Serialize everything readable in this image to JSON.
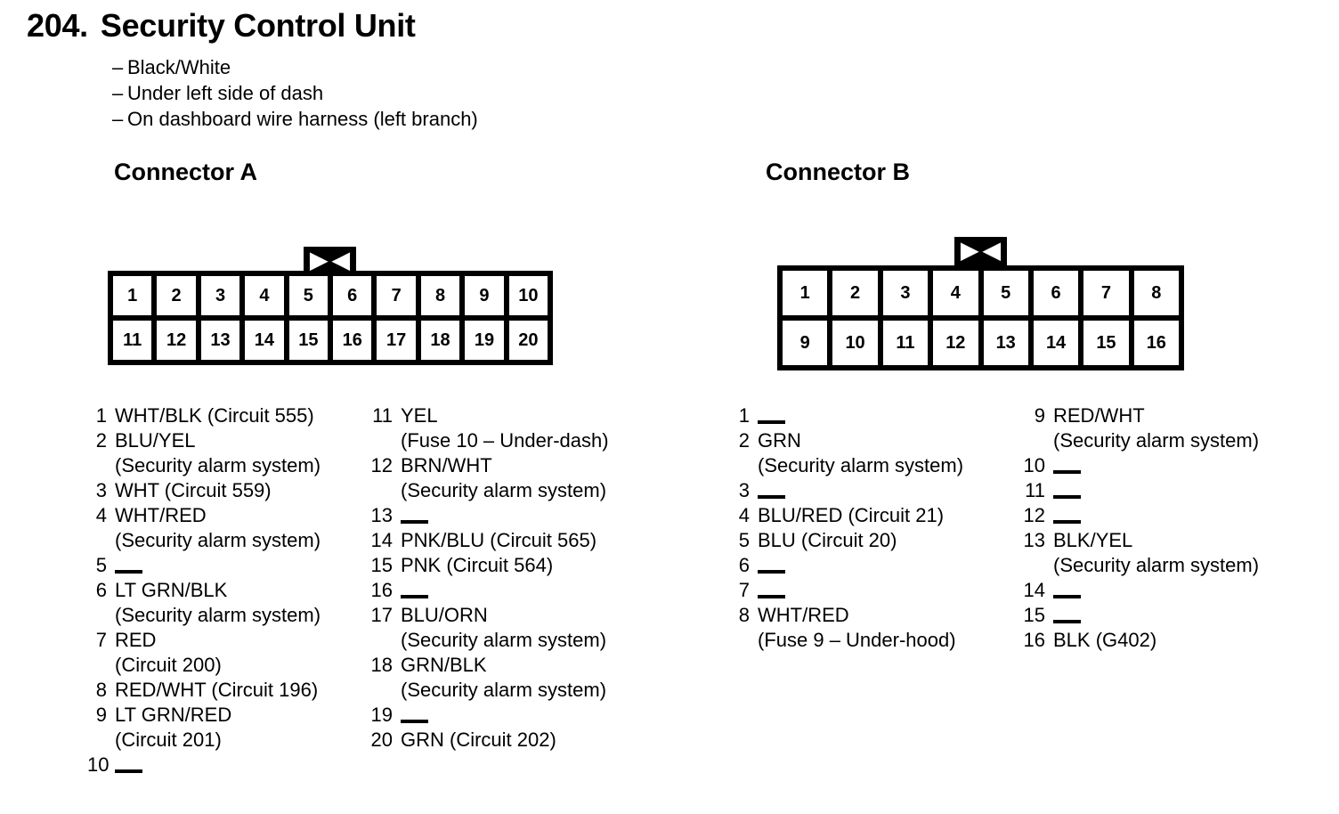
{
  "header": {
    "number": "204.",
    "title": "Security Control Unit",
    "notes": [
      "Black/White",
      "Under left side of dash",
      "On dashboard wire harness (left branch)"
    ]
  },
  "connector_a": {
    "heading": "Connector A",
    "latch_icon": "connector-latch-bowtie-icon",
    "grid": {
      "columns": 10,
      "top_row": [
        "1",
        "2",
        "3",
        "4",
        "5",
        "6",
        "7",
        "8",
        "9",
        "10"
      ],
      "bottom_row": [
        "11",
        "12",
        "13",
        "14",
        "15",
        "16",
        "17",
        "18",
        "19",
        "20"
      ]
    },
    "pins_left": [
      {
        "num": "1",
        "main": "WHT/BLK (Circuit 555)",
        "sub": ""
      },
      {
        "num": "2",
        "main": "BLU/YEL",
        "sub": "(Security alarm system)"
      },
      {
        "num": "3",
        "main": "WHT (Circuit 559)",
        "sub": ""
      },
      {
        "num": "4",
        "main": "WHT/RED",
        "sub": "(Security alarm system)"
      },
      {
        "num": "5",
        "main": "",
        "sub": ""
      },
      {
        "num": "6",
        "main": "LT GRN/BLK",
        "sub": "(Security alarm system)"
      },
      {
        "num": "7",
        "main": "RED",
        "sub": "(Circuit 200)"
      },
      {
        "num": "8",
        "main": "RED/WHT (Circuit 196)",
        "sub": ""
      },
      {
        "num": "9",
        "main": "LT GRN/RED",
        "sub": "(Circuit 201)"
      },
      {
        "num": "10",
        "main": "",
        "sub": ""
      }
    ],
    "pins_right": [
      {
        "num": "11",
        "main": "YEL",
        "sub": "(Fuse 10 – Under-dash)"
      },
      {
        "num": "12",
        "main": "BRN/WHT",
        "sub": "(Security alarm system)"
      },
      {
        "num": "13",
        "main": "",
        "sub": ""
      },
      {
        "num": "14",
        "main": "PNK/BLU (Circuit 565)",
        "sub": ""
      },
      {
        "num": "15",
        "main": "PNK (Circuit 564)",
        "sub": ""
      },
      {
        "num": "16",
        "main": "",
        "sub": ""
      },
      {
        "num": "17",
        "main": "BLU/ORN",
        "sub": "(Security alarm system)"
      },
      {
        "num": "18",
        "main": "GRN/BLK",
        "sub": "(Security alarm system)"
      },
      {
        "num": "19",
        "main": "",
        "sub": ""
      },
      {
        "num": "20",
        "main": "GRN (Circuit 202)",
        "sub": ""
      }
    ]
  },
  "connector_b": {
    "heading": "Connector B",
    "latch_icon": "connector-latch-bowtie-icon",
    "grid": {
      "columns": 8,
      "top_row": [
        "1",
        "2",
        "3",
        "4",
        "5",
        "6",
        "7",
        "8"
      ],
      "bottom_row": [
        "9",
        "10",
        "11",
        "12",
        "13",
        "14",
        "15",
        "16"
      ]
    },
    "pins_left": [
      {
        "num": "1",
        "main": "",
        "sub": ""
      },
      {
        "num": "2",
        "main": "GRN",
        "sub": "(Security alarm system)"
      },
      {
        "num": "3",
        "main": "",
        "sub": ""
      },
      {
        "num": "4",
        "main": "BLU/RED (Circuit 21)",
        "sub": ""
      },
      {
        "num": "5",
        "main": "BLU (Circuit 20)",
        "sub": ""
      },
      {
        "num": "6",
        "main": "",
        "sub": ""
      },
      {
        "num": "7",
        "main": "",
        "sub": ""
      },
      {
        "num": "8",
        "main": "WHT/RED",
        "sub": "(Fuse 9 – Under-hood)"
      }
    ],
    "pins_right": [
      {
        "num": "9",
        "main": "RED/WHT",
        "sub": "(Security alarm system)"
      },
      {
        "num": "10",
        "main": "",
        "sub": ""
      },
      {
        "num": "11",
        "main": "",
        "sub": ""
      },
      {
        "num": "12",
        "main": "",
        "sub": ""
      },
      {
        "num": "13",
        "main": "BLK/YEL",
        "sub": "(Security alarm system)"
      },
      {
        "num": "14",
        "main": "",
        "sub": ""
      },
      {
        "num": "15",
        "main": "",
        "sub": ""
      },
      {
        "num": "16",
        "main": "BLK (G402)",
        "sub": ""
      }
    ]
  },
  "colors": {
    "ink": "#000000",
    "paper": "#ffffff"
  }
}
